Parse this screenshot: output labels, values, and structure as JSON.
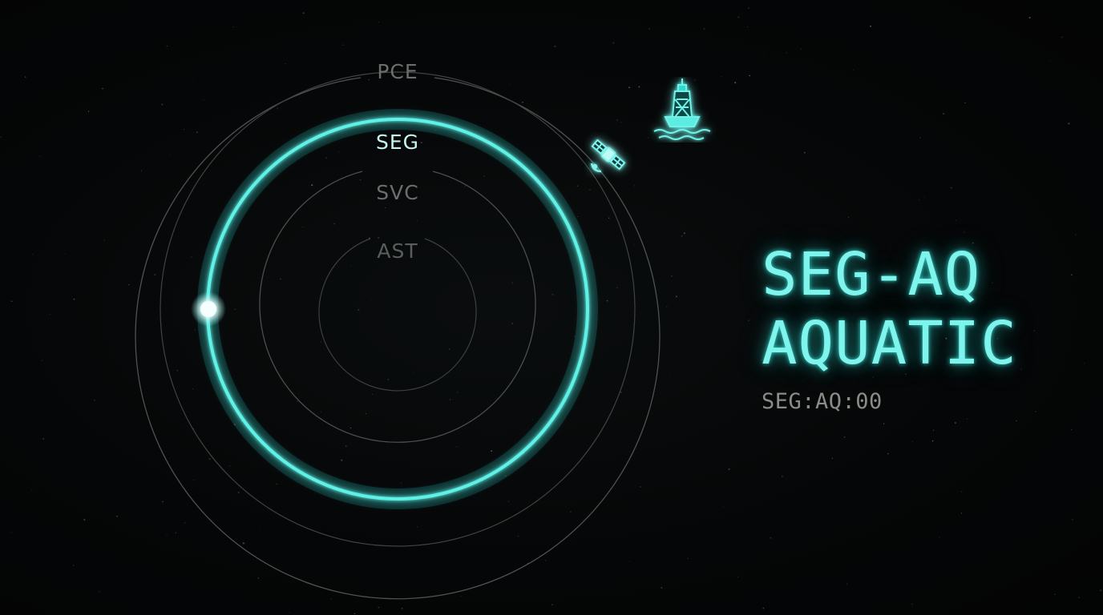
{
  "rings": {
    "pce": {
      "label": "PCE"
    },
    "seg": {
      "label": "SEG"
    },
    "svc": {
      "label": "SVC"
    },
    "ast": {
      "label": "AST"
    }
  },
  "active_ring": "SEG",
  "title": {
    "line1": "SEG-AQ",
    "line2": "AQUATIC"
  },
  "code": "SEG:AQ:00",
  "icons": {
    "buoy": "buoy-icon",
    "satellite": "satellite-icon",
    "marker": "orbit-marker"
  },
  "colors": {
    "accent": "#5ff0e6",
    "accent_glow": "#1fd3c8",
    "ring_dim": "#5a5e5c",
    "label_dim": "#6b6e6a",
    "code_text": "#8a8c86",
    "background": "#050607"
  }
}
